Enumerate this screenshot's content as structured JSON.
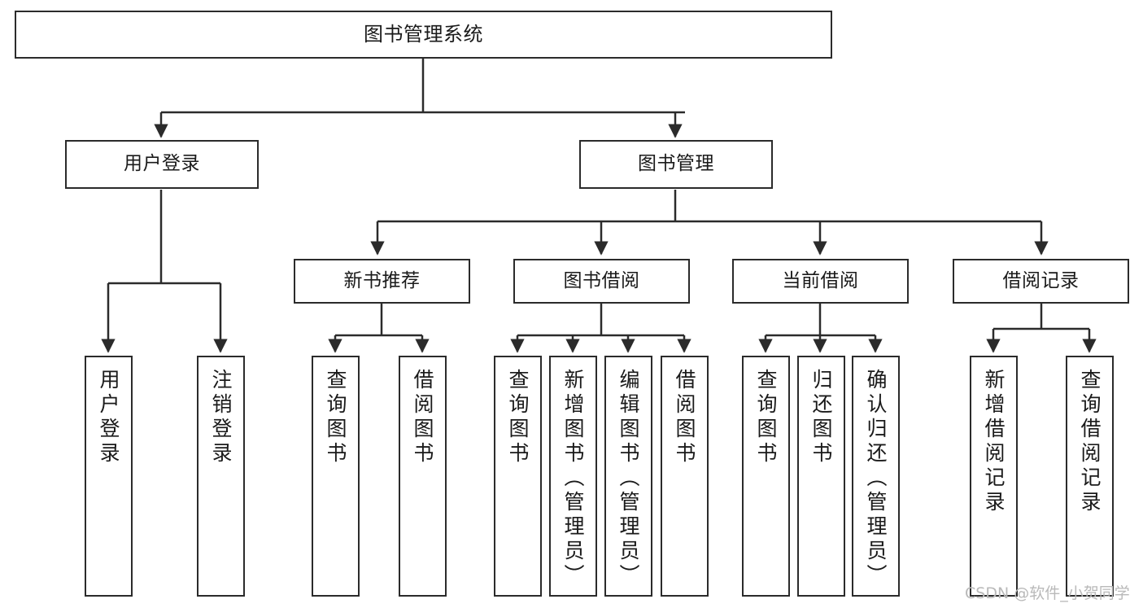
{
  "diagram": {
    "title": "图书管理系统",
    "type": "tree-hierarchy",
    "orientation": "top-down",
    "colors": {
      "background": "#ffffff",
      "node_fill": "#ffffff",
      "node_border": "#2b2b2b",
      "edge": "#2b2b2b",
      "text": "#1a1a1a",
      "watermark": "#b9b9b9"
    },
    "watermark": "CSDN @软件_小贺同学",
    "nodes": {
      "root": {
        "label": "图书管理系统"
      },
      "level1": [
        {
          "id": "user_login",
          "label": "用户登录"
        },
        {
          "id": "book_manage",
          "label": "图书管理"
        }
      ],
      "level2": [
        {
          "id": "new_book_rec",
          "label": "新书推荐",
          "parent": "book_manage"
        },
        {
          "id": "book_borrow",
          "label": "图书借阅",
          "parent": "book_manage"
        },
        {
          "id": "current_borrow",
          "label": "当前借阅",
          "parent": "book_manage"
        },
        {
          "id": "borrow_record",
          "label": "借阅记录",
          "parent": "book_manage"
        }
      ],
      "leaves": {
        "user_login": [
          {
            "id": "leaf_user_login",
            "label": "用户登录"
          },
          {
            "id": "leaf_user_logout",
            "label": "注销登录"
          }
        ],
        "new_book_rec": [
          {
            "id": "leaf_nbr_query",
            "label": "查询图书"
          },
          {
            "id": "leaf_nbr_borrow",
            "label": "借阅图书"
          }
        ],
        "book_borrow": [
          {
            "id": "leaf_bb_query",
            "label": "查询图书"
          },
          {
            "id": "leaf_bb_add",
            "label": "新增图书（管理员）"
          },
          {
            "id": "leaf_bb_edit",
            "label": "编辑图书（管理员）"
          },
          {
            "id": "leaf_bb_borrow",
            "label": "借阅图书"
          }
        ],
        "current_borrow": [
          {
            "id": "leaf_cb_query",
            "label": "查询图书"
          },
          {
            "id": "leaf_cb_return",
            "label": "归还图书"
          },
          {
            "id": "leaf_cb_confirm",
            "label": "确认归还（管理员）"
          }
        ],
        "borrow_record": [
          {
            "id": "leaf_br_add",
            "label": "新增借阅记录"
          },
          {
            "id": "leaf_br_query",
            "label": "查询借阅记录"
          }
        ]
      }
    }
  }
}
